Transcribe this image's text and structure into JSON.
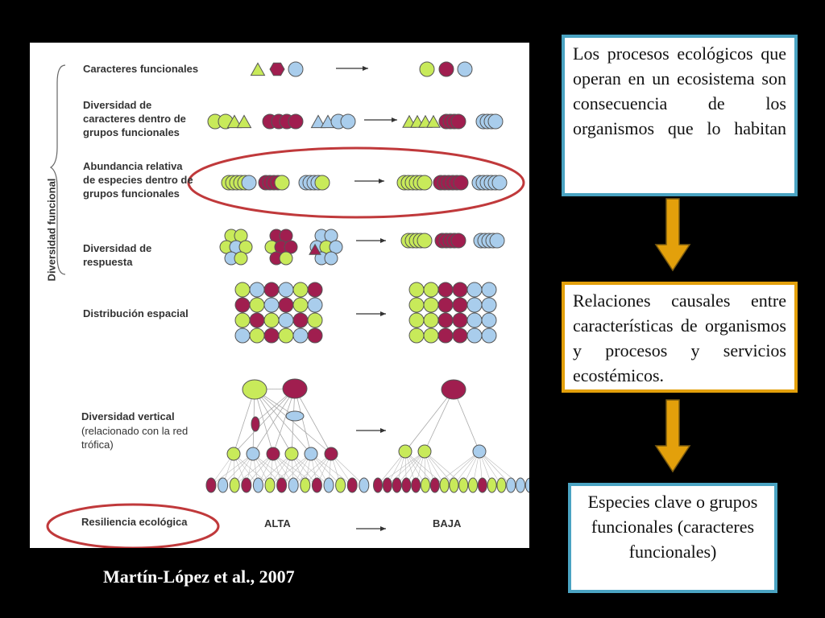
{
  "figure": {
    "axis_title": "Diversidad funcional",
    "rows": [
      {
        "label": "Caracteres funcionales"
      },
      {
        "label": "Diversidad de caracteres dentro de grupos funcionales"
      },
      {
        "label": "Abundancia relativa de especies dentro de grupos funcionales"
      },
      {
        "label": "Diversidad de respuesta"
      },
      {
        "label": "Distribución espacial"
      },
      {
        "label": "Diversidad vertical",
        "sublabel": "(relacionado con la red trófica)"
      }
    ],
    "resilience": {
      "label": "Resiliencia ecológica",
      "high": "ALTA",
      "low": "BAJA"
    },
    "colors": {
      "green": "#c8ea5a",
      "red": "#a01e4f",
      "blue": "#a9cdec",
      "highlight": "#c0393b"
    }
  },
  "boxes": {
    "top": "Los procesos ecológicos que operan en un ecosistema son consecuencia de los organismos que lo habitan",
    "middle": "Relaciones causales entre características de organismos y procesos y servicios ecostémicos.",
    "bottom": "Especies clave o grupos funcionales (caracteres funcionales)"
  },
  "arrow_color": "#e3a00b",
  "citation": "Martín-López et al., 2007"
}
